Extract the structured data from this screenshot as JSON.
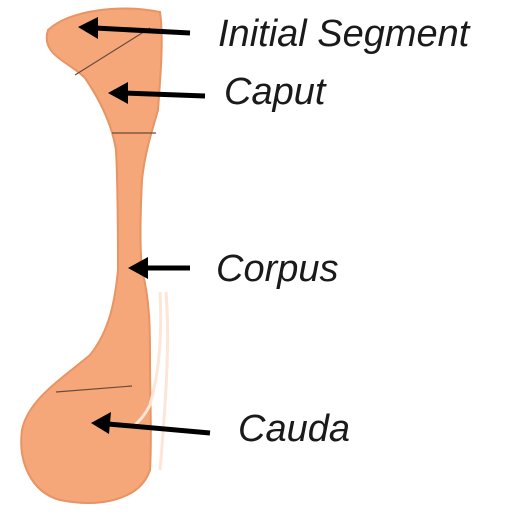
{
  "labels": {
    "initial_segment": "Initial Segment",
    "caput": "Caput",
    "corpus": "Corpus",
    "cauda": "Cauda"
  },
  "colors": {
    "organ_fill": "#f6a77a",
    "organ_edge": "#e89463",
    "arrow": "#000000",
    "divider": "#6b4a3a",
    "duct_highlight": "#fde6d8"
  }
}
